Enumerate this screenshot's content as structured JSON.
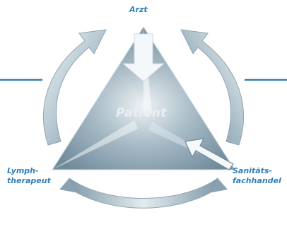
{
  "diagram": {
    "top_label": "Arzt",
    "left_label_line1": "Lymph-",
    "left_label_line2": "therapeut",
    "right_label_line1": "Sanitäts-",
    "right_label_line2": "fachhandel",
    "center_label": "Patient",
    "colors": {
      "label": "#2f7fb8",
      "line": "#3a7fb5",
      "arrow_light": "#eef3f6",
      "arrow_dark": "#7f9aab"
    }
  }
}
